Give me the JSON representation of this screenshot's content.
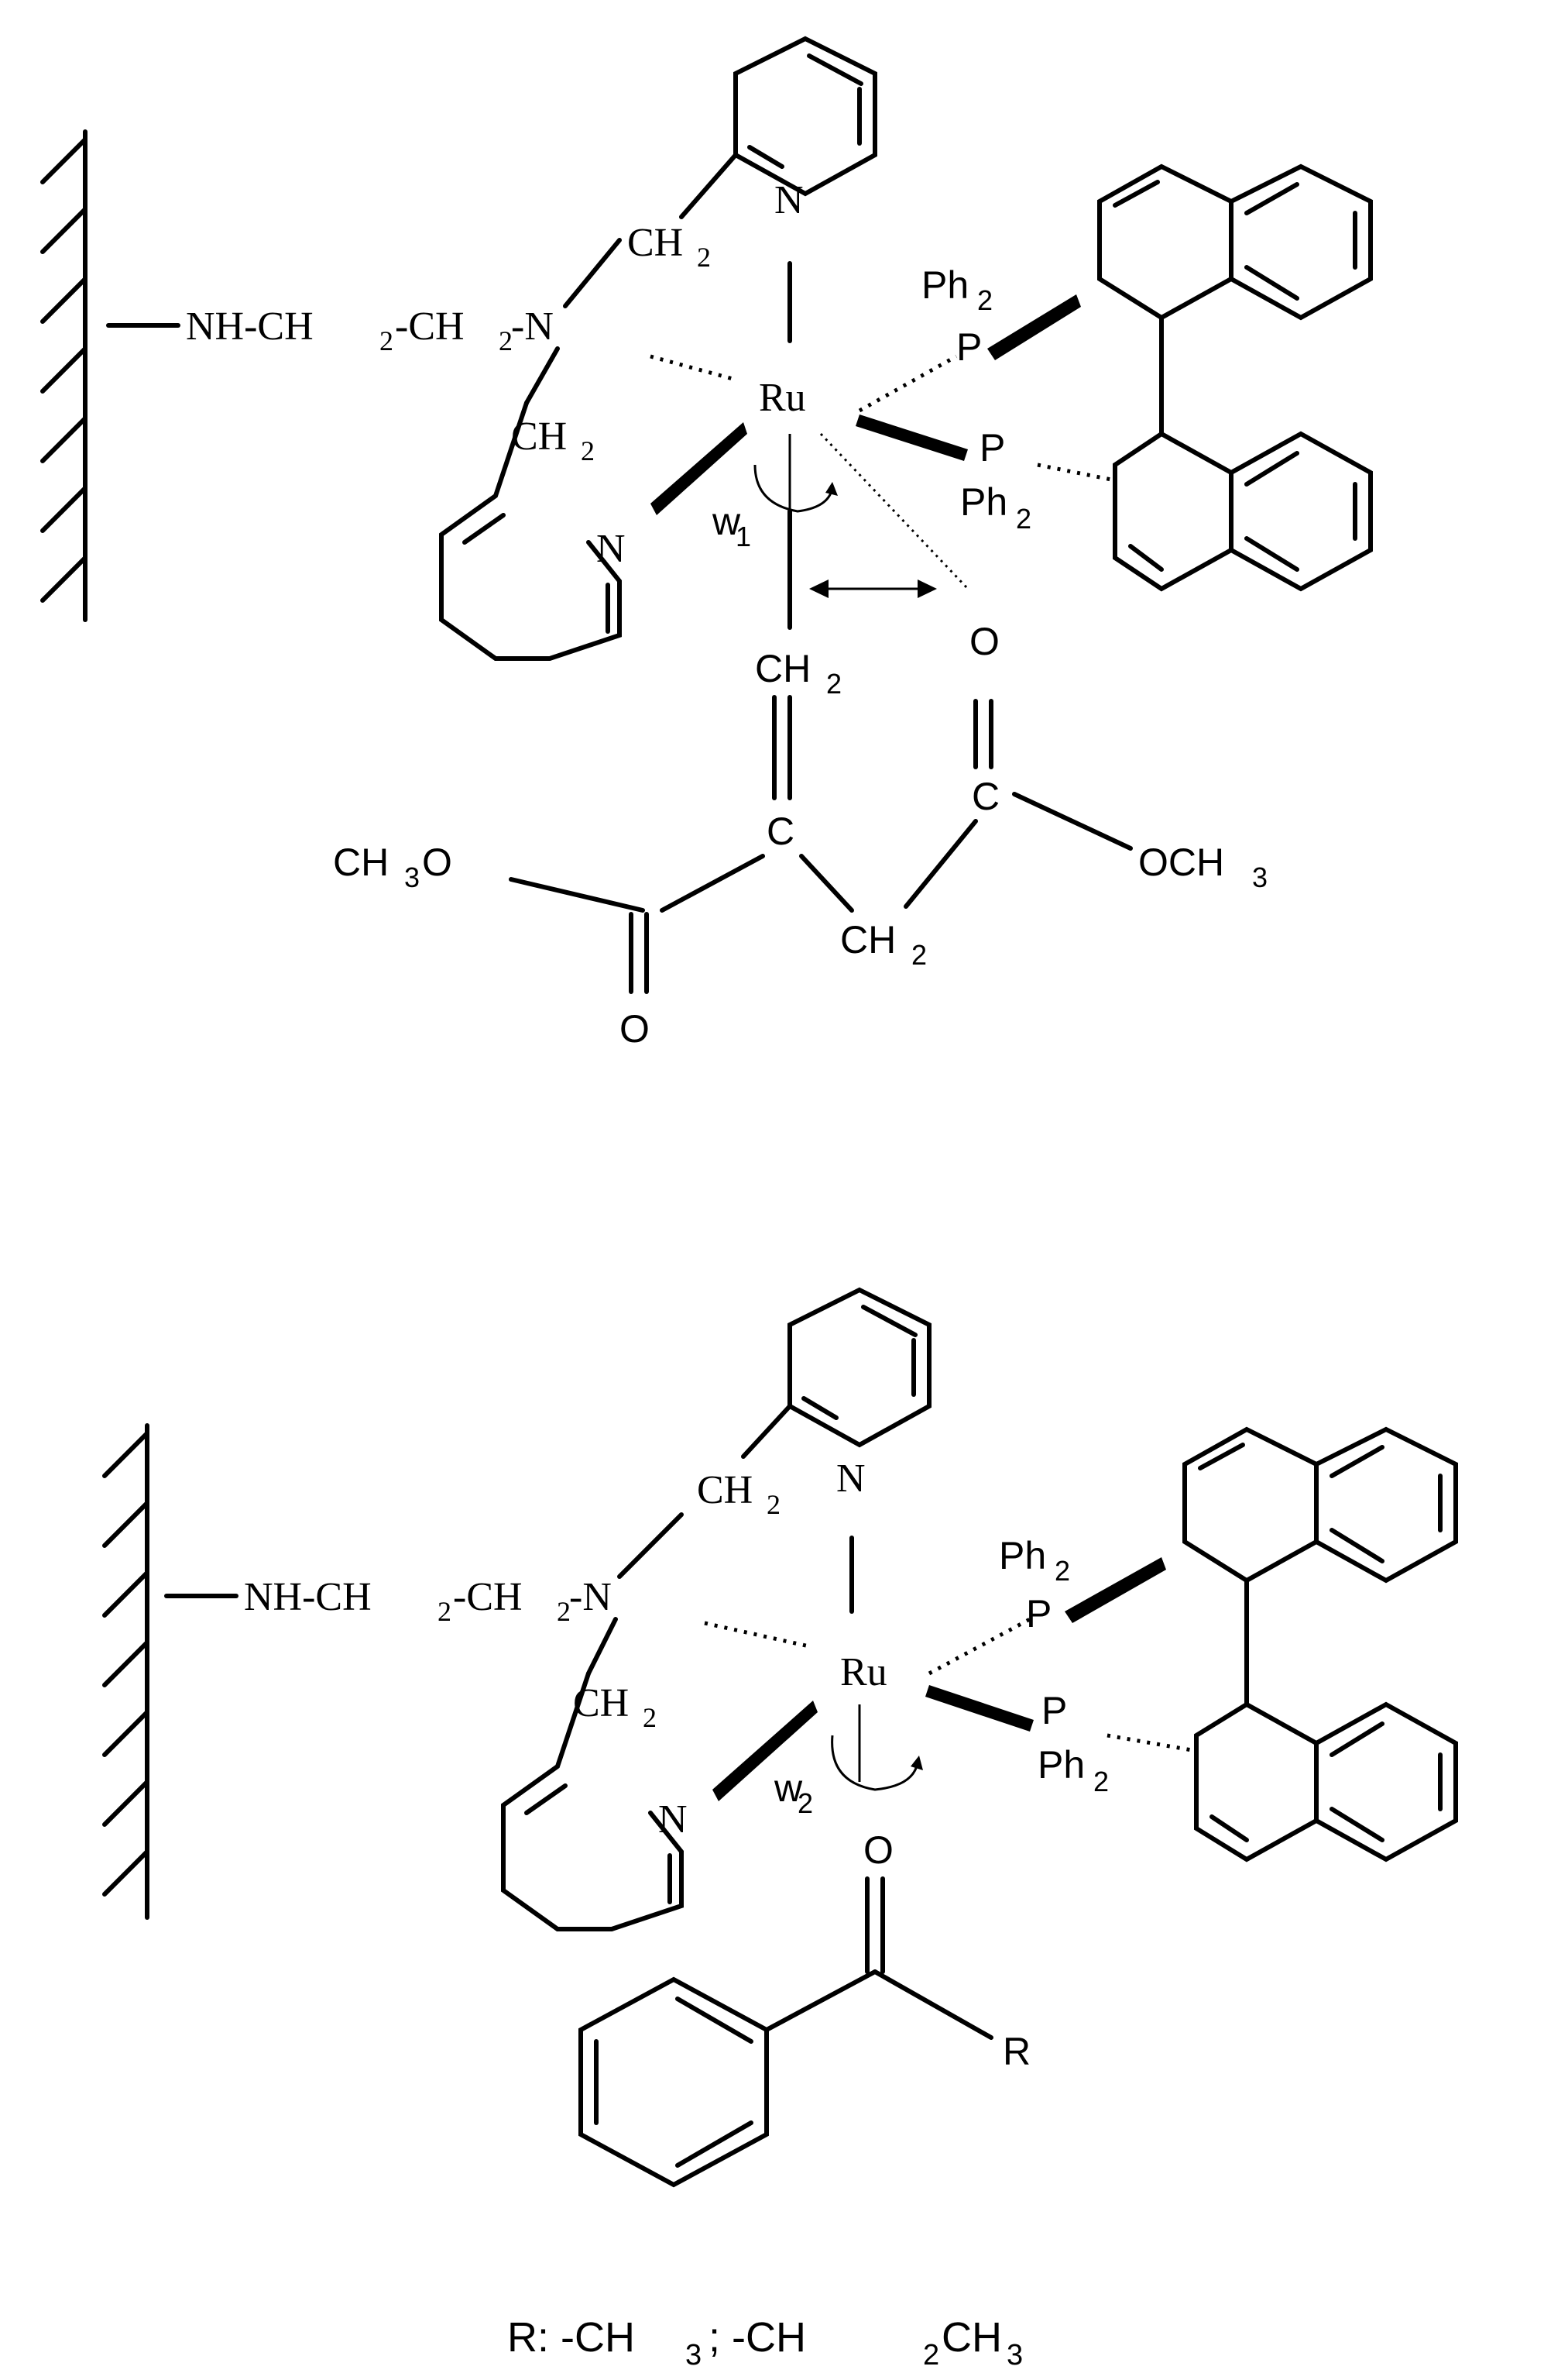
{
  "top": {
    "ruthenium": "Ru",
    "ph2_upper": "Ph",
    "ph2_upper_sub": "2",
    "p_upper": "P",
    "p_lower": "P",
    "ph2_lower": "Ph",
    "ph2_lower_sub": "2",
    "ch2_top": "CH",
    "ch2_top_sub": "2",
    "ch2_bottom": "CH",
    "ch2_bottom_sub": "2",
    "n_pyridine_top": "N",
    "n_pyridine_bottom": "N",
    "linker_nh": "NH-CH",
    "linker_sub1": "2",
    "linker_ch2": "-CH",
    "linker_sub2": "2",
    "linker_dash_n": "-N",
    "w_label": "w",
    "w_sub": "1",
    "alkene_ch2": "CH",
    "alkene_ch2_sub": "2",
    "alkene_c": "C",
    "carbonyl_o_right": "O",
    "carbonyl_c_right": "C",
    "methoxy_right": "OCH",
    "methoxy_right_sub": "3",
    "methoxy_left": "CH",
    "methoxy_left_sub": "3",
    "methoxy_left_o": "O",
    "methylene_ch2": "CH",
    "methylene_ch2_sub": "2",
    "carbonyl_o_left": "O"
  },
  "bottom": {
    "ruthenium": "Ru",
    "ph2_upper": "Ph",
    "ph2_upper_sub": "2",
    "p_upper": "P",
    "p_lower": "P",
    "ph2_lower": "Ph",
    "ph2_lower_sub": "2",
    "ch2_top": "CH",
    "ch2_top_sub": "2",
    "ch2_bottom": "CH",
    "ch2_bottom_sub": "2",
    "n_pyridine_top": "N",
    "n_pyridine_bottom": "N",
    "linker_nh": "NH-CH",
    "linker_sub1": "2",
    "linker_ch2": "-CH",
    "linker_sub2": "2",
    "linker_dash_n": "-N",
    "w_label": "w",
    "w_sub": "2",
    "carbonyl_o": "O",
    "r_group": "R"
  },
  "legend": {
    "prefix": "R:  -CH",
    "sub1": "3",
    "middle": "  ;  -CH",
    "sub2": "2",
    "middle2": "CH",
    "sub3": "3"
  }
}
